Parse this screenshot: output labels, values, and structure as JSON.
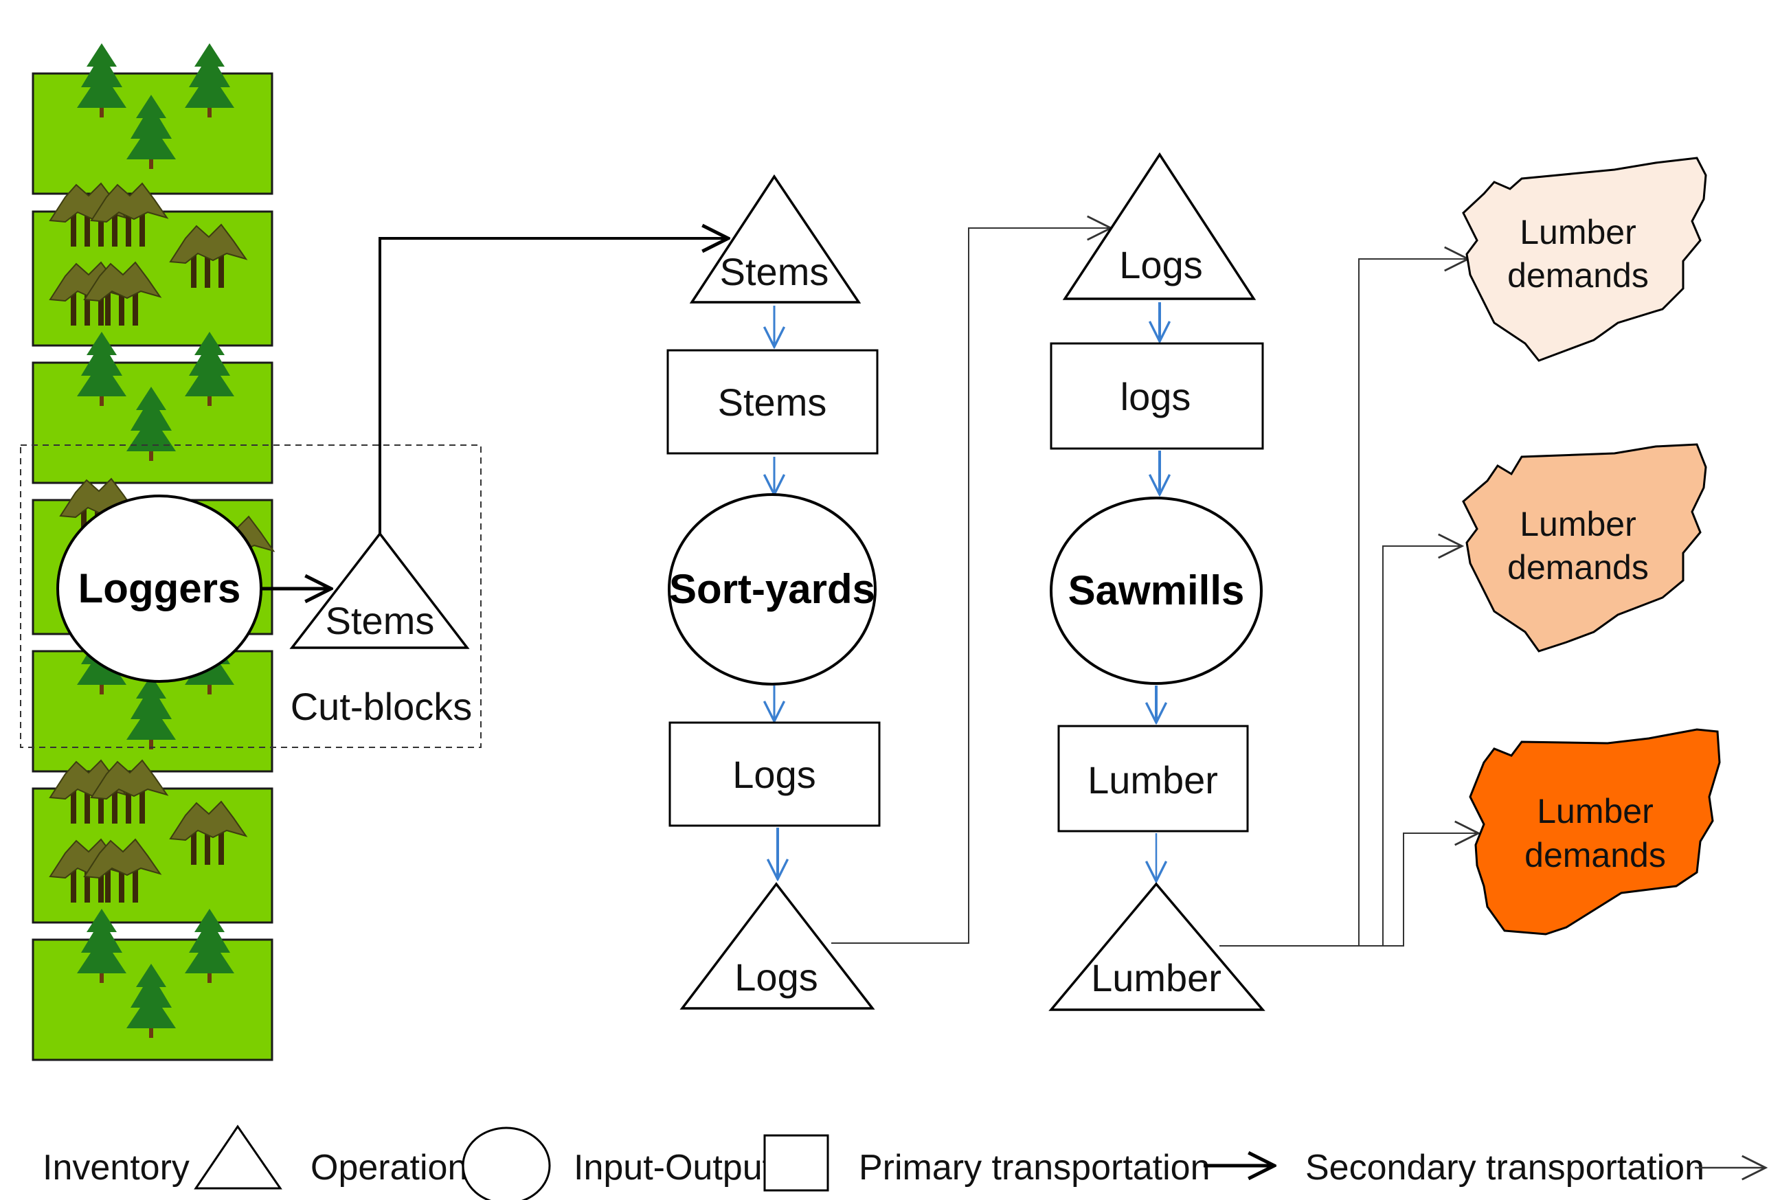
{
  "labels": {
    "loggers": "Loggers",
    "cutblock_inventory": "Stems",
    "cutblocks": "Cut-blocks",
    "sortyard_inventory_in": "Stems",
    "sortyard_input": "Stems",
    "sortyards": "Sort-yards",
    "sortyard_output": "Logs",
    "sortyard_inventory_out": "Logs",
    "sawmill_inventory_in": "Logs",
    "sawmill_input": "logs",
    "sawmills": "Sawmills",
    "sawmill_output": "Lumber",
    "sawmill_inventory_out": "Lumber"
  },
  "demands": [
    {
      "line1": "Lumber",
      "line2": "demands",
      "color": "#fcece0"
    },
    {
      "line1": "Lumber",
      "line2": "demands",
      "color": "#f9c196"
    },
    {
      "line1": "Lumber",
      "line2": "demands",
      "color": "#ff6a00"
    }
  ],
  "legend": {
    "inventory": "Inventory",
    "operation": "Operation",
    "input_output": "Input-Output",
    "primary": "Primary transportation",
    "secondary": "Secondary transportation"
  },
  "colors": {
    "forest_green": "#7ccf00",
    "pine_green": "#1f7a1f",
    "dead_tree": "#6b6b22",
    "operation_arrow": "#3a7fd0"
  }
}
